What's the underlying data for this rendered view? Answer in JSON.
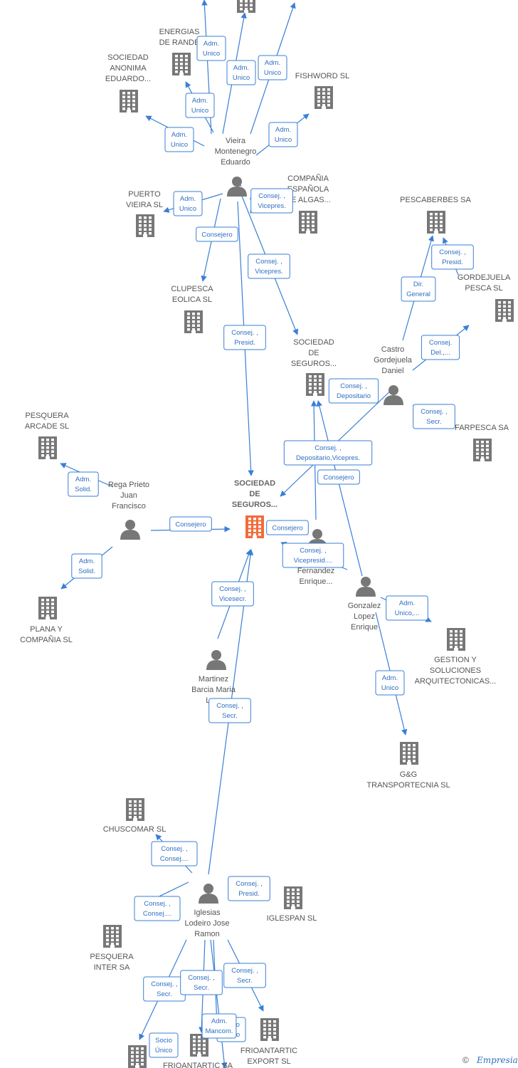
{
  "colors": {
    "accent": "#3a7fd5",
    "building": "#777777",
    "focal_building": "#f26b3a",
    "person": "#777777"
  },
  "footer": {
    "copyright_symbol": "©",
    "brand": "Empresia"
  },
  "nodes": [
    {
      "id": "top1",
      "type": "building",
      "label": []
    },
    {
      "id": "energias",
      "type": "building",
      "label": [
        "ENERGIAS",
        "DE RANDE"
      ]
    },
    {
      "id": "sociedad_anonima",
      "type": "building",
      "label": [
        "SOCIEDAD",
        "ANONIMA",
        "EDUARDO..."
      ]
    },
    {
      "id": "fishword",
      "type": "building",
      "label": [
        "FISHWORD  SL"
      ]
    },
    {
      "id": "vieira",
      "type": "person",
      "label": [
        "Vieira",
        "Montenegro",
        "Eduardo"
      ]
    },
    {
      "id": "compania",
      "type": "building",
      "label": [
        "COMPAÑIA",
        "ESPAÑOLA",
        "DE ALGAS..."
      ]
    },
    {
      "id": "puerto_vieira",
      "type": "building",
      "label": [
        "PUERTO",
        "VIEIRA SL"
      ]
    },
    {
      "id": "clupesca",
      "type": "building",
      "label": [
        "CLUPESCA",
        "EOLICA SL"
      ]
    },
    {
      "id": "pescaberbes",
      "type": "building",
      "label": [
        "PESCABERBES SA"
      ]
    },
    {
      "id": "gordejuela",
      "type": "building",
      "label": [
        "GORDEJUELA",
        "PESCA SL"
      ]
    },
    {
      "id": "castro",
      "type": "person",
      "label": [
        "Castro",
        "Gordejuela",
        "Daniel"
      ]
    },
    {
      "id": "sociedad_seguros2",
      "type": "building",
      "label": [
        "SOCIEDAD",
        "DE",
        "SEGUROS..."
      ]
    },
    {
      "id": "farpesca",
      "type": "building",
      "label": [
        "FARPESCA SA"
      ]
    },
    {
      "id": "pesquera_arcade",
      "type": "building",
      "label": [
        "PESQUERA",
        "ARCADE SL"
      ]
    },
    {
      "id": "rega",
      "type": "person",
      "label": [
        "Rega Prieto",
        "Juan",
        "Francisco"
      ]
    },
    {
      "id": "focal",
      "type": "focal",
      "label": [
        "SOCIEDAD",
        "DE",
        "SEGUROS..."
      ]
    },
    {
      "id": "fernandez",
      "type": "person",
      "label": [
        "Fernandez",
        "Enrique..."
      ]
    },
    {
      "id": "gonzalez",
      "type": "person",
      "label": [
        "Gonzalez",
        "Lopez",
        "Enrique"
      ]
    },
    {
      "id": "plana",
      "type": "building",
      "label": [
        "PLANA Y",
        "COMPAÑIA SL"
      ]
    },
    {
      "id": "gestion",
      "type": "building",
      "label": [
        "GESTION Y",
        "SOLUCIONES",
        "ARQUITECTONICAS..."
      ]
    },
    {
      "id": "martinez",
      "type": "person",
      "label": [
        "Martinez",
        "Barcia Maria",
        "Lu..."
      ]
    },
    {
      "id": "gg",
      "type": "building",
      "label": [
        "G&G",
        "TRANSPORTECNIA SL"
      ]
    },
    {
      "id": "chuscomar",
      "type": "building",
      "label": [
        "CHUSCOMAR SL"
      ]
    },
    {
      "id": "iglesias",
      "type": "person",
      "label": [
        "Iglesias",
        "Lodeiro Jose",
        "Ramon"
      ]
    },
    {
      "id": "iglespan",
      "type": "building",
      "label": [
        "IGLESPAN SL"
      ]
    },
    {
      "id": "pesquera_inter",
      "type": "building",
      "label": [
        "PESQUERA",
        "INTER SA"
      ]
    },
    {
      "id": "frioantartic_export",
      "type": "building",
      "label": [
        "FRIOANTARTIC",
        "EXPORT SL"
      ]
    },
    {
      "id": "frioantartic_sa",
      "type": "building",
      "label": [
        "FRIOANTARTIC SA"
      ]
    },
    {
      "id": "bottom_left",
      "type": "building",
      "label": []
    }
  ],
  "relations": [
    {
      "id": "r1",
      "lines": [
        "Adm.",
        "Unico"
      ]
    },
    {
      "id": "r2",
      "lines": [
        "Adm.",
        "Unico"
      ]
    },
    {
      "id": "r3",
      "lines": [
        "Adm.",
        "Unico"
      ]
    },
    {
      "id": "r4",
      "lines": [
        "Adm.",
        "Unico"
      ]
    },
    {
      "id": "r5",
      "lines": [
        "Adm.",
        "Unico"
      ]
    },
    {
      "id": "r6",
      "lines": [
        "Adm.",
        "Unico"
      ]
    },
    {
      "id": "r7",
      "lines": [
        "Adm.",
        "Unico"
      ]
    },
    {
      "id": "r8",
      "lines": [
        "Consej. ,",
        "Vicepres."
      ]
    },
    {
      "id": "r9",
      "lines": [
        "Consejero"
      ]
    },
    {
      "id": "r10",
      "lines": [
        "Consej. ,",
        "Vicepres."
      ]
    },
    {
      "id": "r11",
      "lines": [
        "Consej. ,",
        "Presid."
      ]
    },
    {
      "id": "r12",
      "lines": [
        "Consej. ,",
        "Presid."
      ]
    },
    {
      "id": "r13",
      "lines": [
        "Dir.",
        "General"
      ]
    },
    {
      "id": "r14",
      "lines": [
        "Consej.",
        "Del.,..."
      ]
    },
    {
      "id": "r15",
      "lines": [
        "Consej. ,",
        "Depositario"
      ]
    },
    {
      "id": "r16",
      "lines": [
        "Consej. ,",
        "Secr."
      ]
    },
    {
      "id": "r17",
      "lines": [
        "Consej. ,",
        "Depositario,Vicepres."
      ]
    },
    {
      "id": "r18",
      "lines": [
        "Consejero"
      ]
    },
    {
      "id": "r19",
      "lines": [
        "Adm.",
        "Solid."
      ]
    },
    {
      "id": "r20",
      "lines": [
        "Consejero"
      ]
    },
    {
      "id": "r21",
      "lines": [
        "Consejero"
      ]
    },
    {
      "id": "r22",
      "lines": [
        "Consej. ,",
        "Vicepresid...."
      ]
    },
    {
      "id": "r23",
      "lines": [
        "Adm.",
        "Solid."
      ]
    },
    {
      "id": "r24",
      "lines": [
        "Adm.",
        "Unico,..."
      ]
    },
    {
      "id": "r25",
      "lines": [
        "Consej. ,",
        "Vicesecr."
      ]
    },
    {
      "id": "r26",
      "lines": [
        "Adm.",
        "Unico"
      ]
    },
    {
      "id": "r27",
      "lines": [
        "Consej. ,",
        "Secr."
      ]
    },
    {
      "id": "r28",
      "lines": [
        "Consej. ,",
        "Consej...."
      ]
    },
    {
      "id": "r29",
      "lines": [
        "Consej. ,",
        "Presid."
      ]
    },
    {
      "id": "r30",
      "lines": [
        "Consej. ,",
        "Consej...."
      ]
    },
    {
      "id": "r31",
      "lines": [
        "Consej. ,",
        "Secr."
      ]
    },
    {
      "id": "r32",
      "lines": [
        "Consej. ,",
        "Secr."
      ]
    },
    {
      "id": "r33",
      "lines": [
        "Consej. ,",
        "Secr."
      ]
    },
    {
      "id": "r34",
      "lines": [
        "Socio",
        "Único"
      ]
    },
    {
      "id": "r35",
      "lines": [
        "Adm.",
        "Mancom."
      ]
    },
    {
      "id": "r36",
      "lines": [
        "Socio",
        "Único"
      ]
    }
  ]
}
